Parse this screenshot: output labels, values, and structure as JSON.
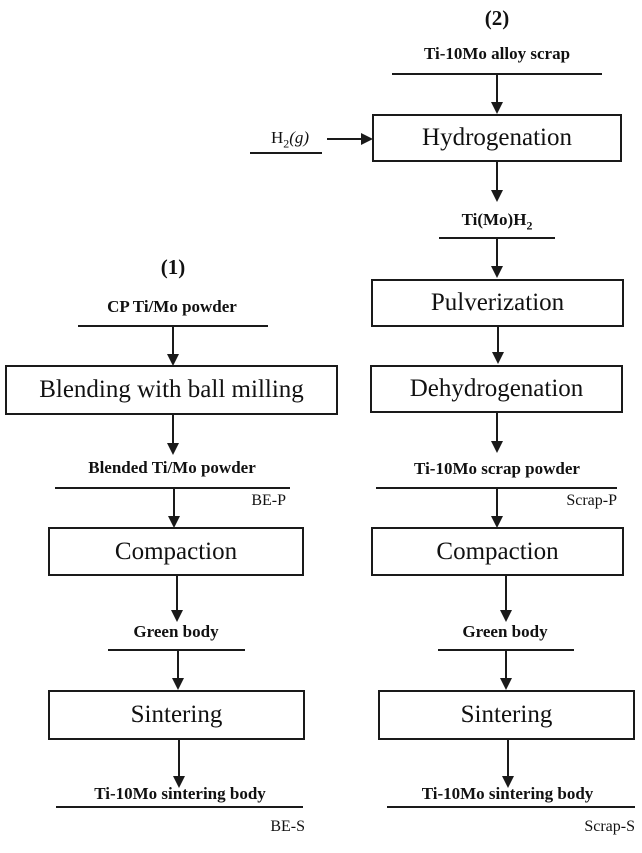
{
  "route1": {
    "header": "(1)",
    "input_label": "CP Ti/Mo powder",
    "step_blending": "Blending with ball milling",
    "intermediate_label": "Blended Ti/Mo powder",
    "intermediate_tag": "BE-P",
    "step_compaction": "Compaction",
    "green_label": "Green body",
    "step_sintering": "Sintering",
    "output_label": "Ti-10Mo sintering body",
    "output_tag": "BE-S"
  },
  "route2": {
    "header": "(2)",
    "input_label": "Ti-10Mo alloy scrap",
    "gas_input": {
      "symbol": "H",
      "subscript": "2",
      "phase": "(g)"
    },
    "step_hydrogenation": "Hydrogenation",
    "hydride_label": {
      "prefix": "Ti(Mo)H",
      "subscript": "2"
    },
    "step_pulverization": "Pulverization",
    "step_dehydrogenation": "Dehydrogenation",
    "intermediate_label": "Ti-10Mo scrap powder",
    "intermediate_tag": "Scrap-P",
    "step_compaction": "Compaction",
    "green_label": "Green body",
    "step_sintering": "Sintering",
    "output_label": "Ti-10Mo sintering body",
    "output_tag": "Scrap-S"
  }
}
